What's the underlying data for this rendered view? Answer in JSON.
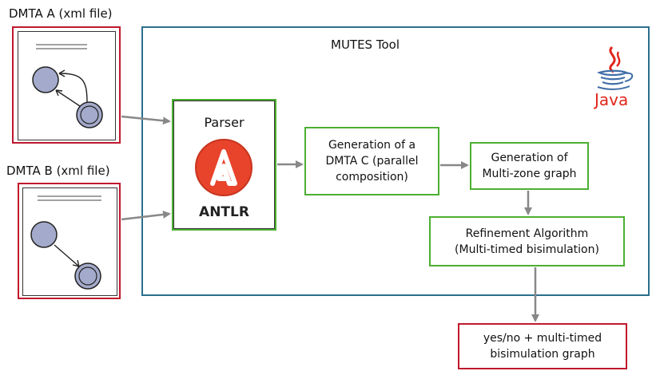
{
  "inputs": {
    "a_label": "DMTA A (xml file)",
    "b_label": "DMTA  B (xml file)"
  },
  "tool": {
    "title": "MUTES Tool",
    "java_logo": "java-logo",
    "java_text": "Java"
  },
  "parser": {
    "title": "Parser",
    "antlr_text": "ANTLR",
    "antlr_icon": "antlr-logo"
  },
  "steps": {
    "generation_c_line1": "Generation of a",
    "generation_c_line2": "DMTA C (parallel",
    "generation_c_line3": "composition)",
    "multizone_line1": "Generation of",
    "multizone_line2": "Multi-zone graph",
    "refinement_line1": "Refinement Algorithm",
    "refinement_line2": "(Multi-timed bisimulation)"
  },
  "output": {
    "line1": "yes/no + multi-timed",
    "line2": "bisimulation graph"
  },
  "colors": {
    "green": "#4caf32",
    "red": "#c0182e",
    "tool_border": "#2a6f8e",
    "arrow": "#888888",
    "state_fill": "#a4aacb",
    "java_red": "#e1251b",
    "java_blue": "#3f6ea8"
  }
}
